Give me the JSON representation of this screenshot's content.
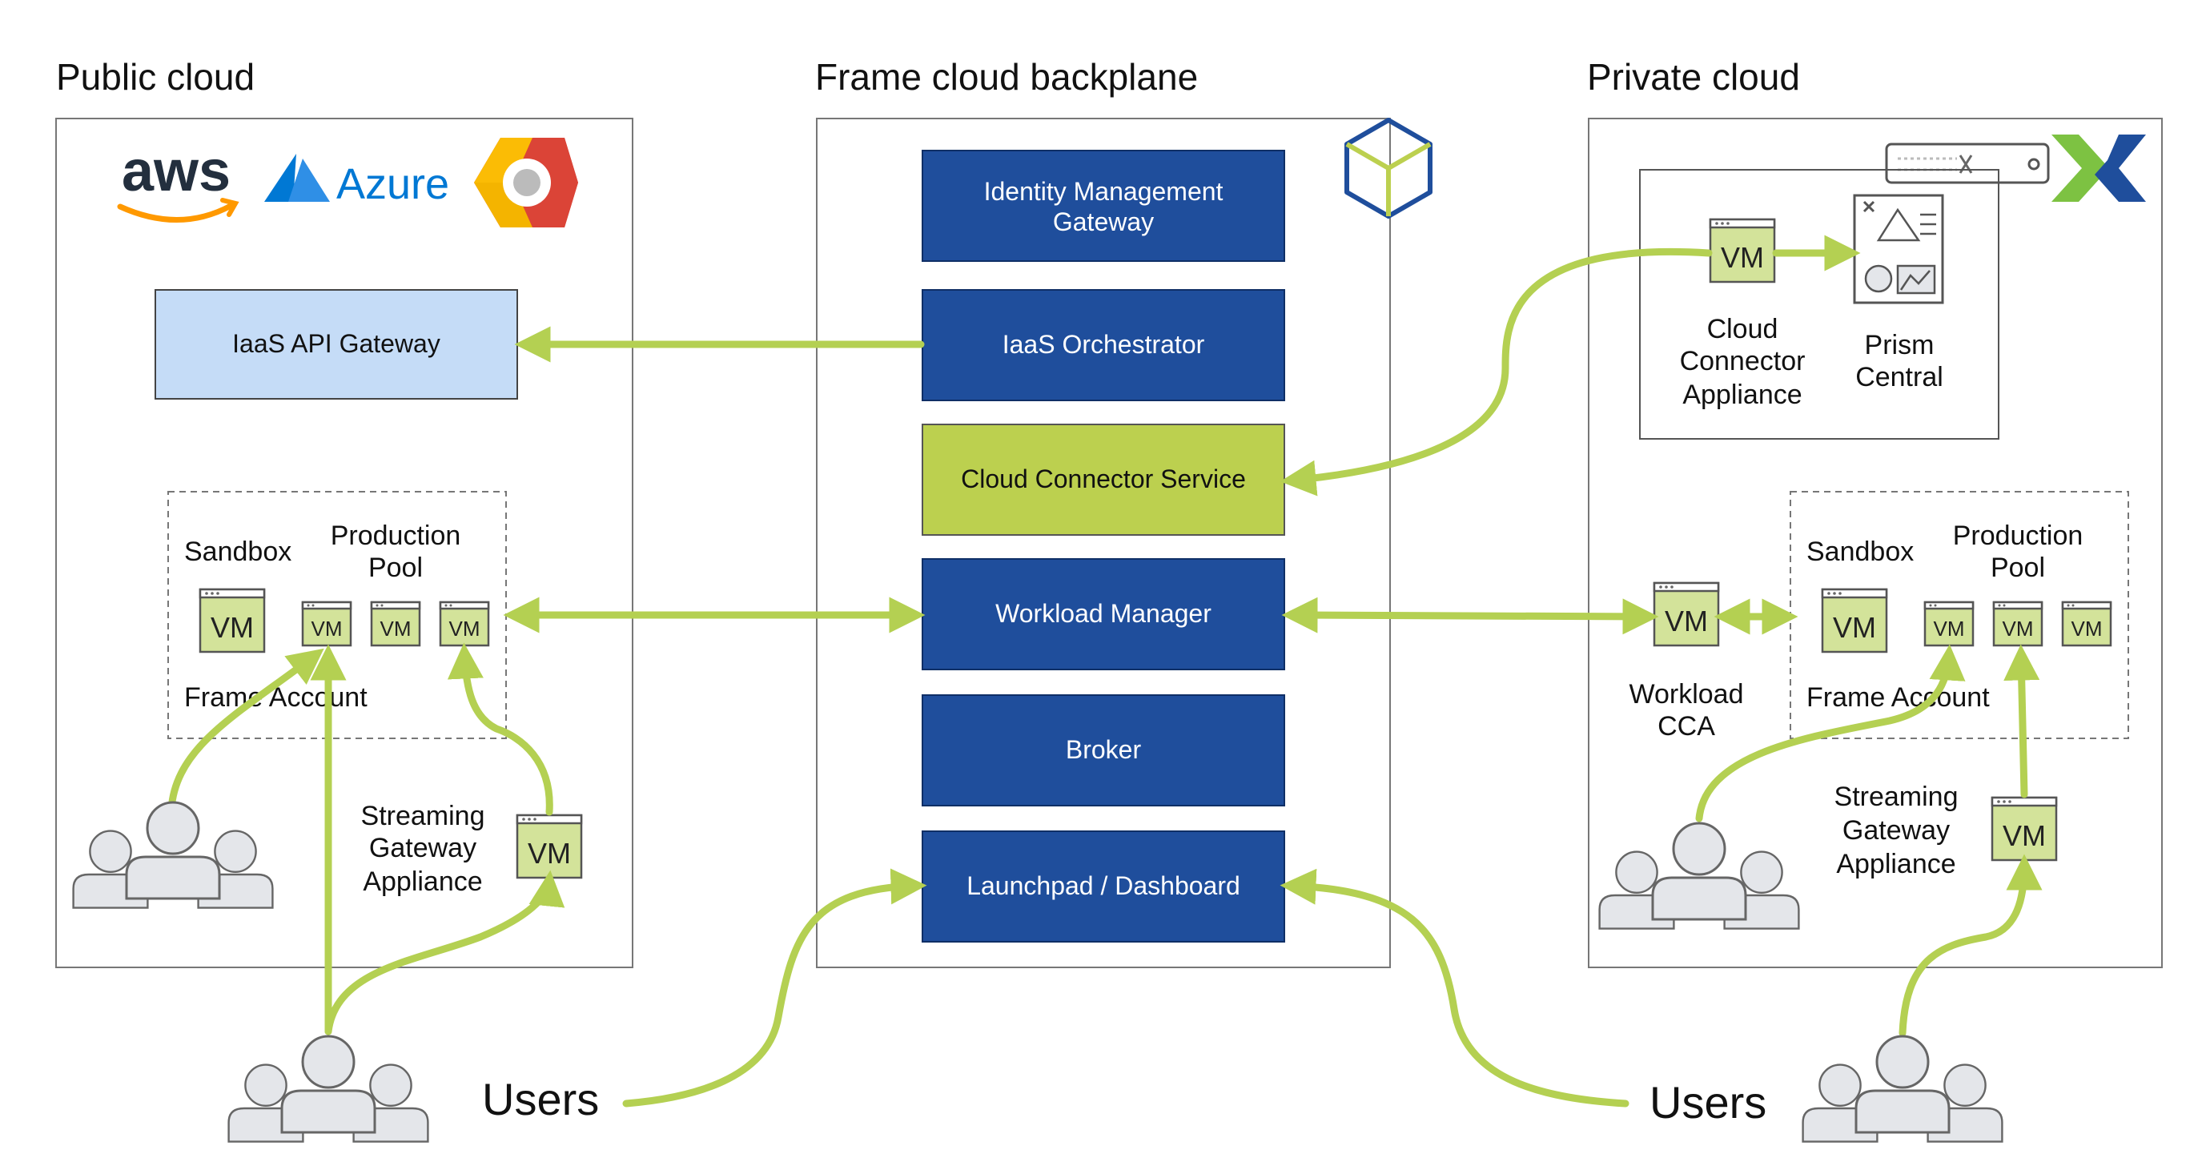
{
  "titles": {
    "public": "Public cloud",
    "backplane": "Frame cloud backplane",
    "private": "Private cloud"
  },
  "public_cloud": {
    "logos": {
      "aws": "aws",
      "azure": "Azure",
      "gcp_icon": "google-cloud-icon"
    },
    "iaas_gateway": "IaaS API Gateway",
    "sandbox": "Sandbox",
    "pool_line1": "Production",
    "pool_line2": "Pool",
    "frame_account": "Frame Account",
    "sga_line1": "Streaming",
    "sga_line2": "Gateway",
    "sga_line3": "Appliance"
  },
  "backplane": {
    "idm_line1": "Identity Management",
    "idm_line2": "Gateway",
    "iaas_orchestrator": "IaaS Orchestrator",
    "ccs": "Cloud Connector Service",
    "workload_manager": "Workload Manager",
    "broker": "Broker",
    "launchpad": "Launchpad / Dashboard"
  },
  "private_cloud": {
    "cca_line1": "Cloud",
    "cca_line2": "Connector",
    "cca_line3": "Appliance",
    "prism_line1": "Prism",
    "prism_line2": "Central",
    "wcca_line1": "Workload",
    "wcca_line2": "CCA",
    "sandbox": "Sandbox",
    "pool_line1": "Production",
    "pool_line2": "Pool",
    "frame_account": "Frame Account",
    "sga_line1": "Streaming",
    "sga_line2": "Gateway",
    "sga_line3": "Appliance"
  },
  "vm_label": "VM",
  "users_left": "Users",
  "users_right": "Users",
  "colors": {
    "dark_blue": "#1f4e9c",
    "light_blue": "#c5dcf7",
    "green": "#bcd04f",
    "arrow_green": "#b4d052",
    "vm_fill": "#d3e39a",
    "person_gray": "#e4e6ea"
  }
}
